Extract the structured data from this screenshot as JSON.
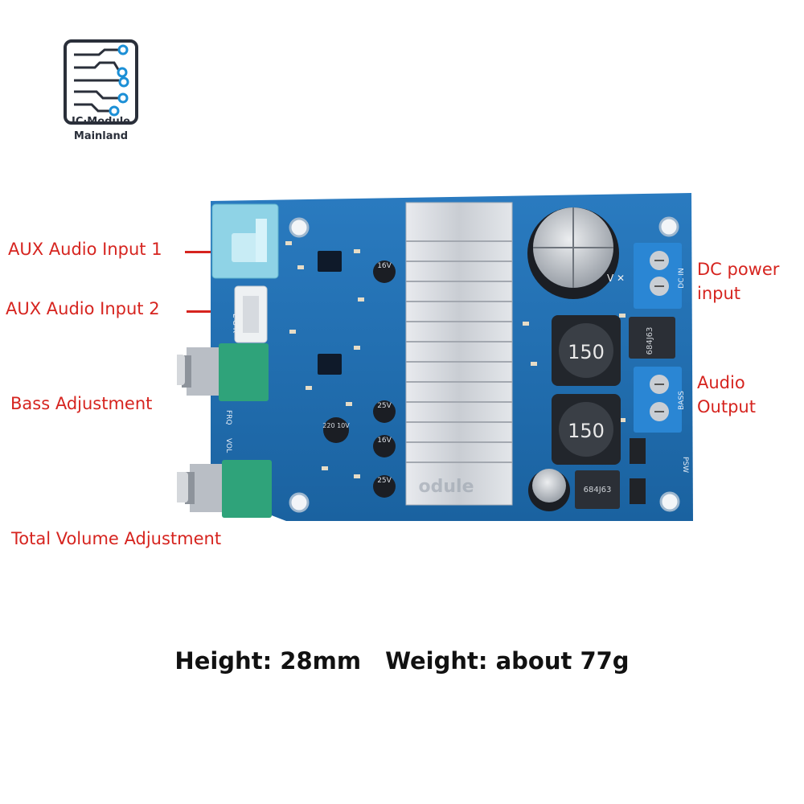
{
  "brand": {
    "line1": "IC·Module",
    "line2": "Mainland",
    "icon": "circuit-traces-icon"
  },
  "labels": {
    "aux1": "AUX Audio Input 1",
    "aux2": "AUX Audio Input 2",
    "bass": "Bass Adjustment",
    "volume": "Total Volume Adjustment",
    "dc_line1": "DC power",
    "dc_line2": "input",
    "out_line1": "Audio",
    "out_line2": "Output"
  },
  "board": {
    "inductor1": "150",
    "inductor2": "150",
    "chip1": "684J63",
    "chip2": "684J63",
    "cap_main_print": "V ✕",
    "silk_dc": "DC IN",
    "silk_bass": "BASS",
    "silk_psw": "PSW",
    "silk_frq": "FRQ",
    "silk_vol": "VOL",
    "silk_lr": "L G R",
    "cap1": "16V",
    "cap2": "25V",
    "cap3": "220 10V",
    "cap4": "16V",
    "cap5": "25V",
    "watermark": "odule",
    "colors": {
      "pcb": "#1f6fb0",
      "heatsink": "#d5d8dc",
      "terminal": "#2a86d4",
      "pot": "#2fa37a",
      "jack": "#8fd3e6"
    }
  },
  "specs": {
    "height": "Height: 28mm",
    "weight": "Weight: about 77g"
  }
}
